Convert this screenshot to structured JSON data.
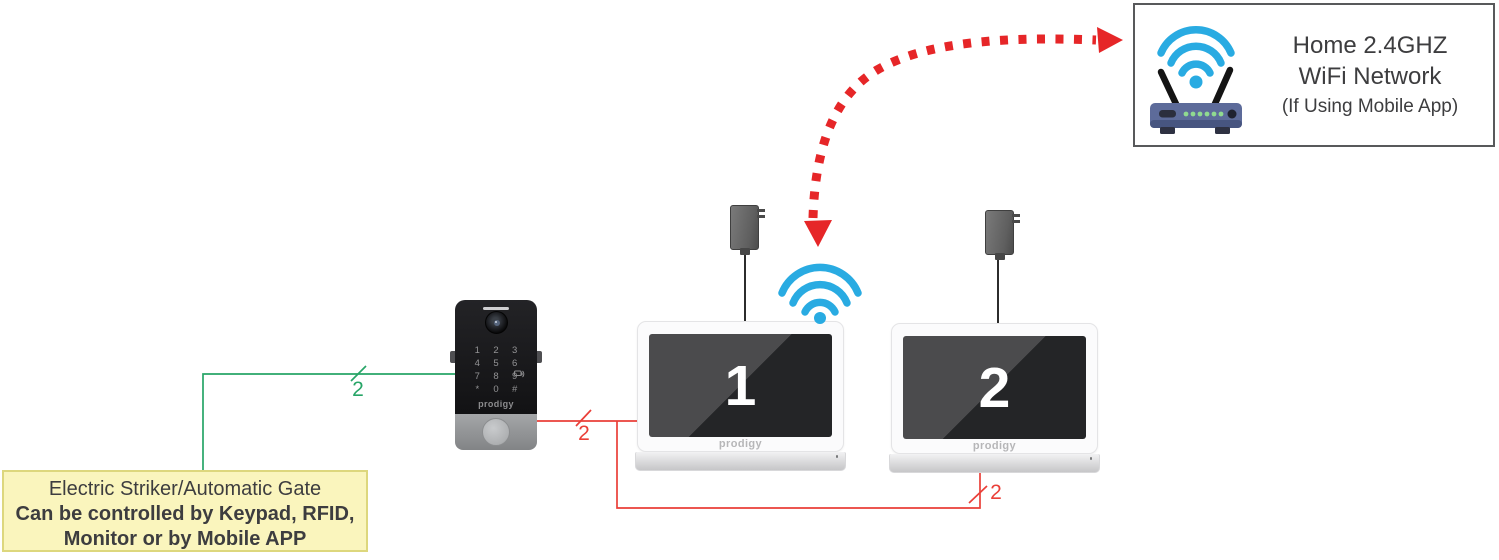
{
  "colors": {
    "blue": "#29abe2",
    "green": "#27a567",
    "red": "#ea3f38",
    "arrow_red": "#e62628",
    "text_dark": "#3d3d3f",
    "note_bg": "#faf5bd",
    "note_border": "#ddd77d"
  },
  "router_box": {
    "line1": "Home 2.4GHZ",
    "line2": "WiFi Network",
    "line3": "(If Using Mobile App)"
  },
  "note_box": {
    "line1": "Electric Striker/Automatic Gate",
    "line2": "Can be controlled by Keypad, RFID,",
    "line3": "Monitor or by Mobile APP"
  },
  "door_station": {
    "brand": "prodigy",
    "keypad": [
      [
        "1",
        "2",
        "3"
      ],
      [
        "4",
        "5",
        "6"
      ],
      [
        "7",
        "8",
        "9"
      ],
      [
        "*",
        "0",
        "#"
      ]
    ]
  },
  "monitors": [
    {
      "label": "1",
      "brand": "prodigy"
    },
    {
      "label": "2",
      "brand": "prodigy"
    }
  ],
  "wires": {
    "striker_count": "2",
    "door_count": "2",
    "monitor_link_count": "2"
  }
}
